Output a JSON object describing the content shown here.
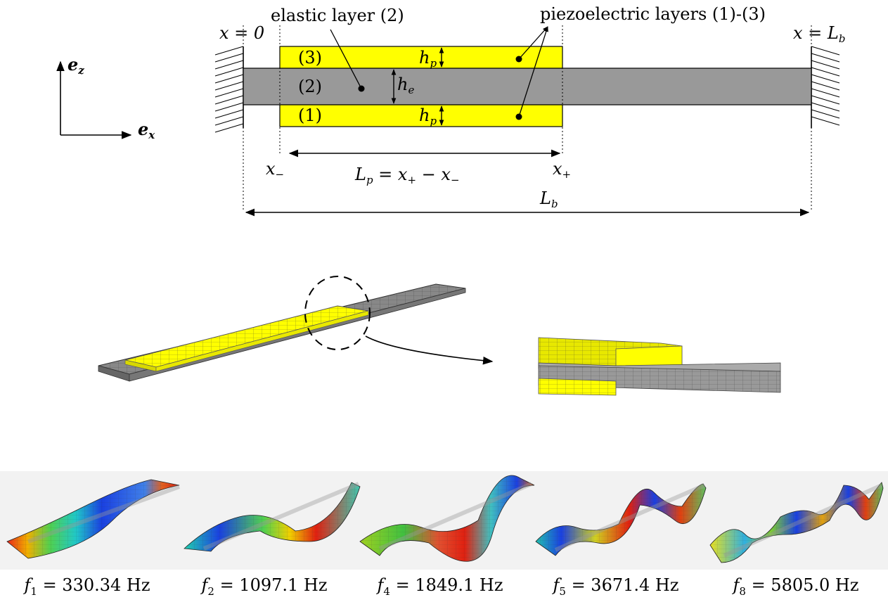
{
  "schematic": {
    "axis_z": "e",
    "axis_z_sub": "z",
    "axis_x": "e",
    "axis_x_sub": "x",
    "label_elastic": "elastic layer (2)",
    "label_piezo": "piezoelectric layers (1)-(3)",
    "x0_label": "x = 0",
    "xL_left": "x = L",
    "xL_sub": "b",
    "layer3": "(3)",
    "layer2": "(2)",
    "layer1": "(1)",
    "hp_top": "h",
    "hp_top_sub": "p",
    "he": "h",
    "he_sub": "e",
    "hp_bot": "h",
    "hp_bot_sub": "p",
    "x_minus": "x",
    "x_minus_sub": "−",
    "x_plus": "x",
    "x_plus_sub": "+",
    "Lp_eq": "L",
    "Lp_sub": "p",
    "Lp_rhs": " = x",
    "Lp_rhs_sub1": "+",
    "Lp_minus": " − x",
    "Lp_rhs_sub2": "−",
    "Lb": "L",
    "Lb_sub": "b"
  },
  "colors": {
    "piezo": "#ffff00",
    "elastic": "#999999",
    "mesh": "#444444"
  },
  "modes": [
    {
      "sym": "f",
      "sub": "1",
      "value": " = 330.34 Hz"
    },
    {
      "sym": "f",
      "sub": "2",
      "value": " = 1097.1 Hz"
    },
    {
      "sym": "f",
      "sub": "4",
      "value": " = 1849.1 Hz"
    },
    {
      "sym": "f",
      "sub": "5",
      "value": " = 3671.4 Hz"
    },
    {
      "sym": "f",
      "sub": "8",
      "value": " = 5805.0 Hz"
    }
  ]
}
